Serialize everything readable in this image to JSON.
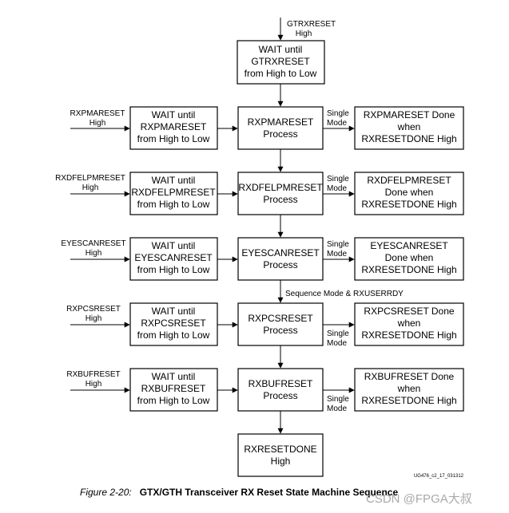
{
  "top_input": {
    "lines": [
      "GTRXRESET",
      "High"
    ]
  },
  "wait_gtrx": {
    "lines": [
      "WAIT until",
      "GTRXRESET",
      "from High to Low"
    ]
  },
  "rows": [
    {
      "input": [
        "RXPMARESET",
        "High"
      ],
      "wait": [
        "WAIT until",
        "RXPMARESET",
        "from High to Low"
      ],
      "process": [
        "RXPMARESET",
        "Process"
      ],
      "mode": [
        "Single",
        "Mode"
      ],
      "done": [
        "RXPMARESET Done",
        "when",
        "RXRESETDONE High"
      ]
    },
    {
      "input": [
        "RXDFELPMRESET",
        "High"
      ],
      "wait": [
        "WAIT until",
        "RXDFELPMRESET",
        "from High to Low"
      ],
      "process": [
        "RXDFELPMRESET",
        "Process"
      ],
      "mode": [
        "Single",
        "Mode"
      ],
      "done": [
        "RXDFELPMRESET",
        "Done when",
        "RXRESETDONE High"
      ]
    },
    {
      "input": [
        "EYESCANRESET",
        "High"
      ],
      "wait": [
        "WAIT until",
        "EYESCANRESET",
        "from High to Low"
      ],
      "process": [
        "EYESCANRESET",
        "Process"
      ],
      "mode": [
        "Single",
        "Mode"
      ],
      "done": [
        "EYESCANRESET",
        "Done when",
        "RXRESETDONE High"
      ]
    },
    {
      "input": [
        "RXPCSRESET",
        "High"
      ],
      "wait": [
        "WAIT until",
        "RXPCSRESET",
        "from High to Low"
      ],
      "process": [
        "RXPCSRESET",
        "Process"
      ],
      "mode": [
        "Single",
        "Mode"
      ],
      "done": [
        "RXPCSRESET Done",
        "when",
        "RXRESETDONE High"
      ]
    },
    {
      "input": [
        "RXBUFRESET",
        "High"
      ],
      "wait": [
        "WAIT until",
        "RXBUFRESET",
        "from High to Low"
      ],
      "process": [
        "RXBUFRESET",
        "Process"
      ],
      "mode": [
        "Single",
        "Mode"
      ],
      "done": [
        "RXBUFRESET Done",
        "when",
        "RXRESETDONE High"
      ]
    }
  ],
  "sequence_label": "Sequence Mode & RXUSERRDY",
  "final_box": [
    "RXRESETDONE",
    "High"
  ],
  "figure_code": "UG476_c2_17_031312",
  "caption": {
    "figure_number": "Figure 2-20:",
    "title": "GTX/GTH Transceiver RX Reset State Machine Sequence"
  },
  "watermark": "CSDN @FPGA大叔"
}
